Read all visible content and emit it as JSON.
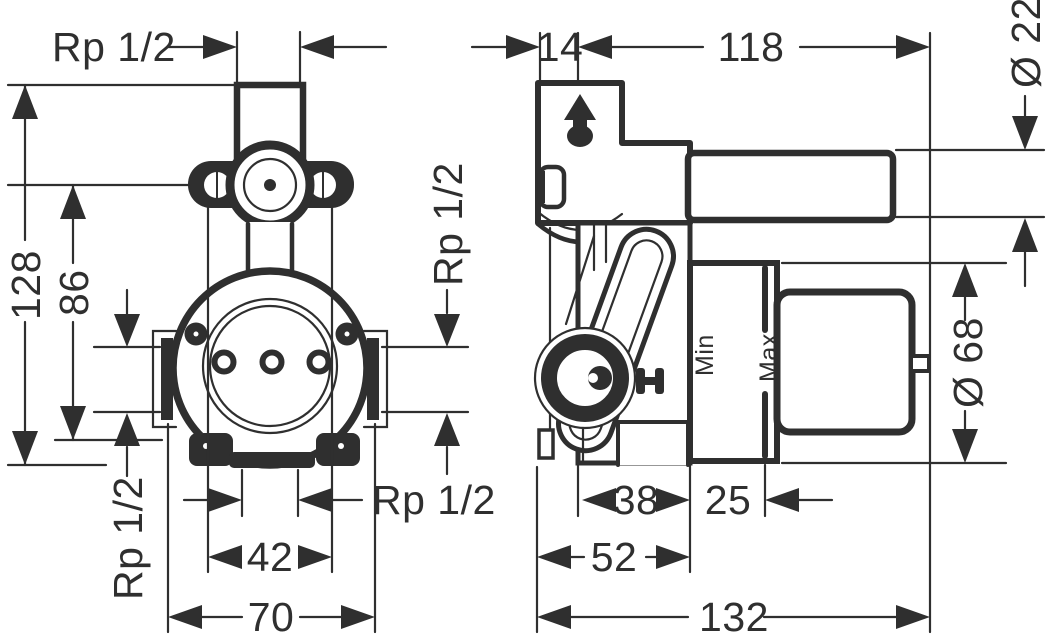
{
  "figure": {
    "type": "technical-drawing",
    "background": "#ffffff",
    "line_color": "#2f2f2f",
    "front_view": {
      "dimensions": {
        "top_thread": "Rp 1/2",
        "overall_height": "128",
        "upper_port_height": "86",
        "right_port_thread": "Rp 1/2",
        "left_port_thread": "Rp 1/2",
        "bottom_thread": "Rp 1/2",
        "inner_width": "42",
        "outer_width": "70"
      }
    },
    "side_view": {
      "dimensions": {
        "plate_depth": "14",
        "pipe_length": "118",
        "pipe_diameter": "Ø 22",
        "body_diameter": "Ø 68",
        "front_depth": "38",
        "adjustment_range": "25",
        "mid_depth": "52",
        "overall_depth": "132"
      },
      "markings": {
        "min": "Min",
        "max": "Max"
      }
    }
  }
}
